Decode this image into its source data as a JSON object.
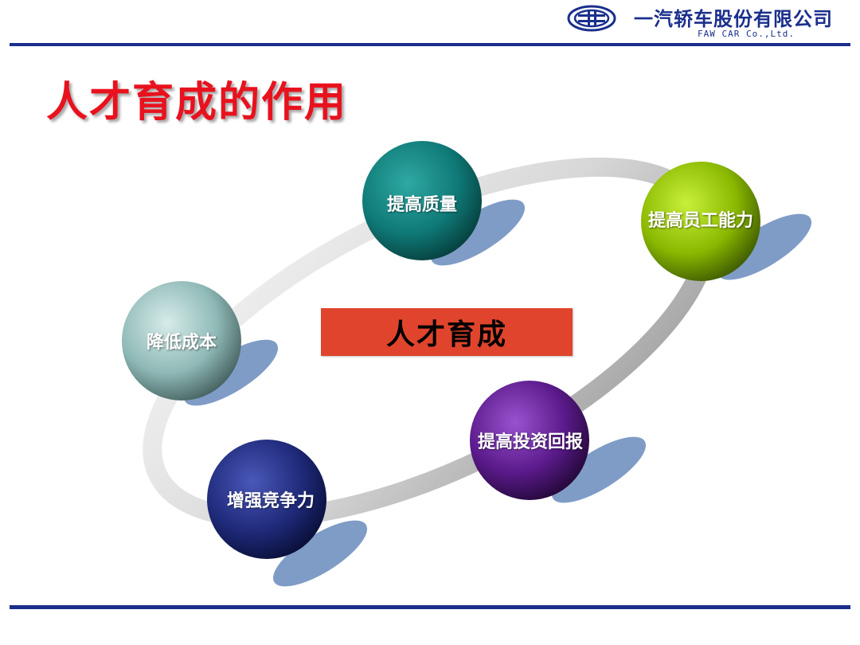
{
  "header": {
    "company_name": "一汽轿车股份有限公司",
    "company_en": "FAW CAR Co.,Ltd."
  },
  "title": "人才育成的作用",
  "center": {
    "label": "人才育成"
  },
  "nodes": [
    {
      "label": "提高质量",
      "color": "#0f7a77"
    },
    {
      "label": "提高员工能力",
      "color": "#8ab800"
    },
    {
      "label": "降低成本",
      "color": "#8fb9b6"
    },
    {
      "label": "提高投资回报",
      "color": "#5a1a8a"
    },
    {
      "label": "增强竞争力",
      "color": "#1f2a7a"
    }
  ],
  "colors": {
    "brand_blue": "#1a2f8c",
    "title_red": "#e8121e",
    "center_fill": "#e0442c",
    "shadow": "#7f9cc6"
  }
}
